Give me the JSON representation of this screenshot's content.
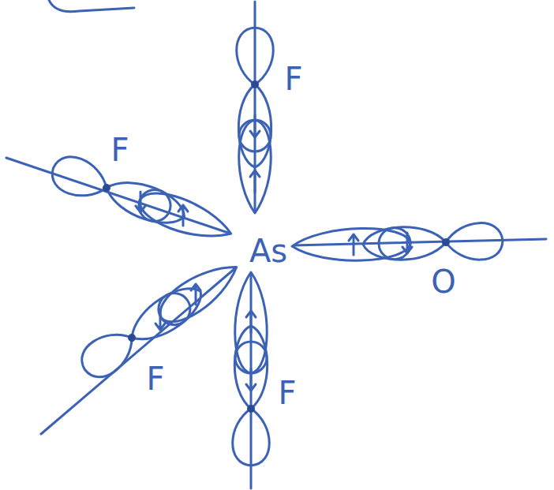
{
  "diagram": {
    "labels": [
      "F",
      "F",
      "As",
      "O",
      "F",
      "F"
    ]
  }
}
